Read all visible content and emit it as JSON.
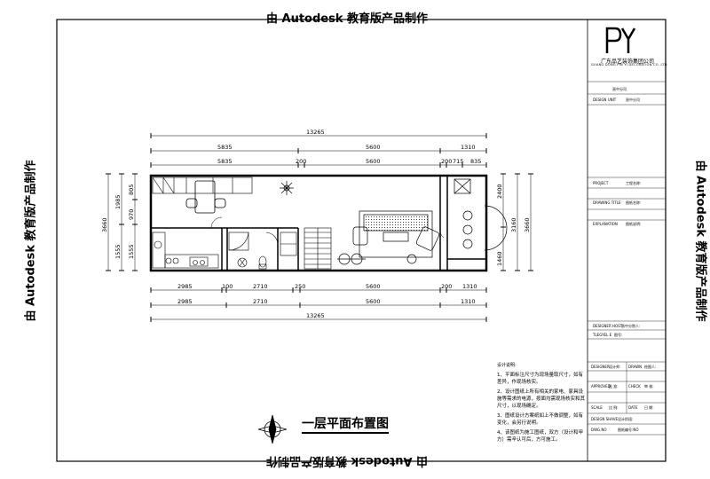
{
  "watermark": "由 Autodesk 教育版产品制作",
  "plan_title": "一层平面布置图",
  "notes": {
    "heading": "设计说明:",
    "items": [
      "1、平面标注尺寸为现场量取尺寸，如有差异，作现场核实。",
      "2、设计图纸上所有相关的家电、家具设施等需求的电源，按面均需现场核实和其尺寸，以现场确定。",
      "3、图纸设计方案纸如上不做调整，如有变化，会另行说明。",
      "4、该图纸为施工图纸，双方（设计和甲方）需辛认可后，方可施工。"
    ]
  },
  "title_block": {
    "company_cn": "广东品艺装饰集团公司",
    "company_en": "GUANG DONG PIN YI DECORATION CO. LTD",
    "subsidiary": "晋中分司",
    "rows": [
      {
        "label": "DESIGN UNIT",
        "value": "晋中分司"
      },
      {
        "label": "PROJECT",
        "value": "工程名称:"
      },
      {
        "label": "DRAWING TITLE",
        "value": "图纸名称:"
      },
      {
        "label": "EXPLANATION",
        "value": "图纸说明:"
      },
      {
        "label": "DESIGNER HOST",
        "value": "晋中分院人:"
      },
      {
        "label": "TLEGYEL E",
        "value": "图号:"
      }
    ],
    "grid": [
      {
        "label": "DESIGNER",
        "value": "设计师:",
        "label2": "DRAWN",
        "value2": "绘图人:"
      },
      {
        "label": "APPROVED",
        "value": "批 准:",
        "label2": "CHECK",
        "value2": "审 核:"
      },
      {
        "label": "SCALE",
        "value": "比 例:",
        "label2": "DATE",
        "value2": "日 期:"
      },
      {
        "label": "DESIGN SHAVE",
        "value": "设计阶段:",
        "label2": "",
        "value2": ""
      },
      {
        "label": "DWG.NO",
        "value": "图纸编号:NO",
        "label2": "",
        "value2": ""
      }
    ]
  },
  "dimensions": {
    "top_row1": [
      "13265"
    ],
    "top_row2": [
      "5835",
      "5600",
      "1310"
    ],
    "top_row3": [
      "5835",
      "200",
      "5600",
      "200",
      "715",
      "835"
    ],
    "bottom_row1": [
      "2985",
      "100",
      "2710",
      "250",
      "5600",
      "200",
      "1310"
    ],
    "bottom_row2": [
      "2985",
      "2710",
      "5600",
      "1310"
    ],
    "bottom_row3": [
      "13265"
    ],
    "left_outer": [
      "3660"
    ],
    "left_mid": [
      "1985",
      "1555"
    ],
    "left_inner": [
      "805",
      "970",
      "1555"
    ],
    "right_inner": [
      "2400",
      "1460"
    ],
    "right_mid": [
      "3160"
    ],
    "right_outer": [
      "3660"
    ]
  }
}
